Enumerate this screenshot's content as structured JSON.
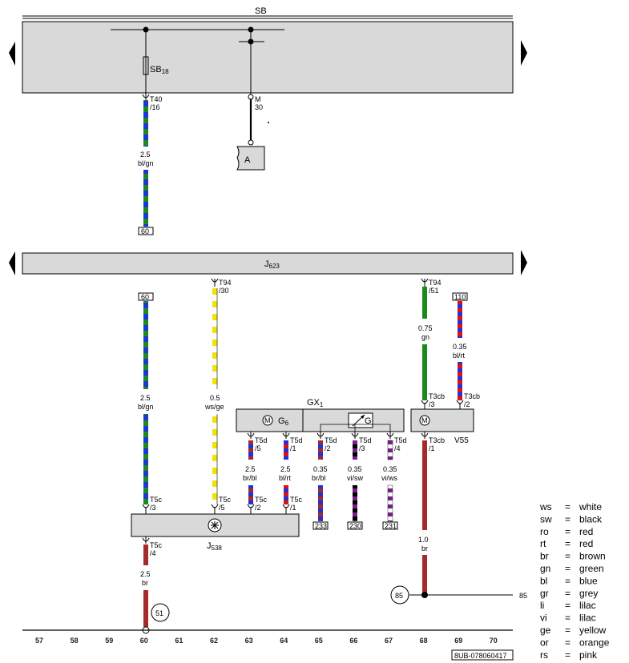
{
  "top_bus": {
    "label": "SB"
  },
  "fuse": {
    "label": "SB",
    "sub": "18"
  },
  "lower_bus": {
    "label": "J",
    "sub": "623"
  },
  "gx1": {
    "label": "GX",
    "sub": "1"
  },
  "g6": {
    "label": "G",
    "sub": "6"
  },
  "g": {
    "label": "G"
  },
  "v55": {
    "label": "V55"
  },
  "j538": {
    "label": "J",
    "sub": "538"
  },
  "block_a": {
    "label": "A"
  },
  "motor_symbol": "M",
  "pins": {
    "t40": [
      "T40",
      "/16"
    ],
    "m30": [
      "M",
      "30"
    ],
    "t94_30": [
      "T94",
      "/30"
    ],
    "t94_51": [
      "T94",
      "/51"
    ],
    "t3cb_3": [
      "T3cb",
      "/3"
    ],
    "t3cb_2": [
      "T3cb",
      "/2"
    ],
    "t3cb_1": [
      "T3cb",
      "/1"
    ],
    "t5d_5": [
      "T5d",
      "/5"
    ],
    "t5d_1": [
      "T5d",
      "/1"
    ],
    "t5d_2": [
      "T5d",
      "/2"
    ],
    "t5d_3": [
      "T5d",
      "/3"
    ],
    "t5d_4": [
      "T5d",
      "/4"
    ],
    "t5c_3": [
      "T5c",
      "/3"
    ],
    "t5c_5": [
      "T5c",
      "/5"
    ],
    "t5c_2": [
      "T5c",
      "/2"
    ],
    "t5c_1": [
      "T5c",
      "/1"
    ],
    "t5c_4": [
      "T5c",
      "/4"
    ]
  },
  "wires": {
    "w1": [
      "2.5",
      "bl/gn"
    ],
    "w2": [
      "2.5",
      "bl/gn"
    ],
    "w3": [
      "0.5",
      "ws/ge"
    ],
    "w4": [
      "0.75",
      "gn"
    ],
    "w5": [
      "0.35",
      "bl/rt"
    ],
    "w6": [
      "2.5",
      "br/bl"
    ],
    "w7": [
      "2.5",
      "bl/rt"
    ],
    "w8": [
      "0.35",
      "br/bl"
    ],
    "w9": [
      "0.35",
      "vi/sw"
    ],
    "w10": [
      "0.35",
      "vi/ws"
    ],
    "w11": [
      "2.5",
      "br"
    ],
    "w12": [
      "1.0",
      "br"
    ]
  },
  "refs": {
    "r60a": "60",
    "r60b": "60",
    "r110": "110",
    "r233": "233",
    "r230": "230",
    "r231": "231",
    "c85": "85",
    "c51": "51",
    "edge85": "85"
  },
  "grid": [
    "57",
    "58",
    "59",
    "60",
    "61",
    "62",
    "63",
    "64",
    "65",
    "66",
    "67",
    "68",
    "69",
    "70"
  ],
  "doc_number": "8UB-078060417",
  "legend": [
    [
      "ws",
      "=",
      "white"
    ],
    [
      "sw",
      "=",
      "black"
    ],
    [
      "ro",
      "=",
      "red"
    ],
    [
      "rt",
      "=",
      "red"
    ],
    [
      "br",
      "=",
      "brown"
    ],
    [
      "gn",
      "=",
      "green"
    ],
    [
      "bl",
      "=",
      "blue"
    ],
    [
      "gr",
      "=",
      "grey"
    ],
    [
      "li",
      "=",
      "lilac"
    ],
    [
      "vi",
      "=",
      "lilac"
    ],
    [
      "ge",
      "=",
      "yellow"
    ],
    [
      "or",
      "=",
      "orange"
    ],
    [
      "rs",
      "=",
      "pink"
    ]
  ],
  "colors": {
    "bl": "#1f33d9",
    "gn": "#1a8a1a",
    "br": "#a52a2a",
    "rt": "#e01010",
    "ws": "#ffffff",
    "ge": "#f2e400",
    "vi": "#7b1f8c",
    "sw": "#000000",
    "bus": "#d9d9d9"
  }
}
